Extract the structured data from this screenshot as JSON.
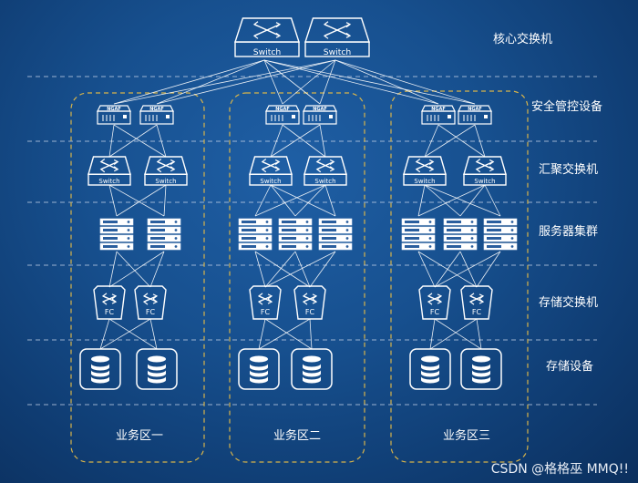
{
  "layers": [
    "核心交换机",
    "安全管控设备",
    "汇聚交换机",
    "服务器集群",
    "存储交换机",
    "存储设备"
  ],
  "zones": [
    "业务区一",
    "业务区二",
    "业务区三"
  ],
  "device_labels": {
    "core_switch": "Switch",
    "security": "NGAF",
    "aggregation_switch": "Switch",
    "storage_switch": "FC"
  },
  "watermark": "CSDN @格格巫 MMQ!!",
  "colors": {
    "line": "#ffffff",
    "dashed_divider": "#c9d6ea",
    "zone_border": "#d8b44a"
  },
  "icons": [
    "switch-icon",
    "firewall-icon",
    "server-rack-icon",
    "fc-switch-icon",
    "storage-database-icon"
  ]
}
